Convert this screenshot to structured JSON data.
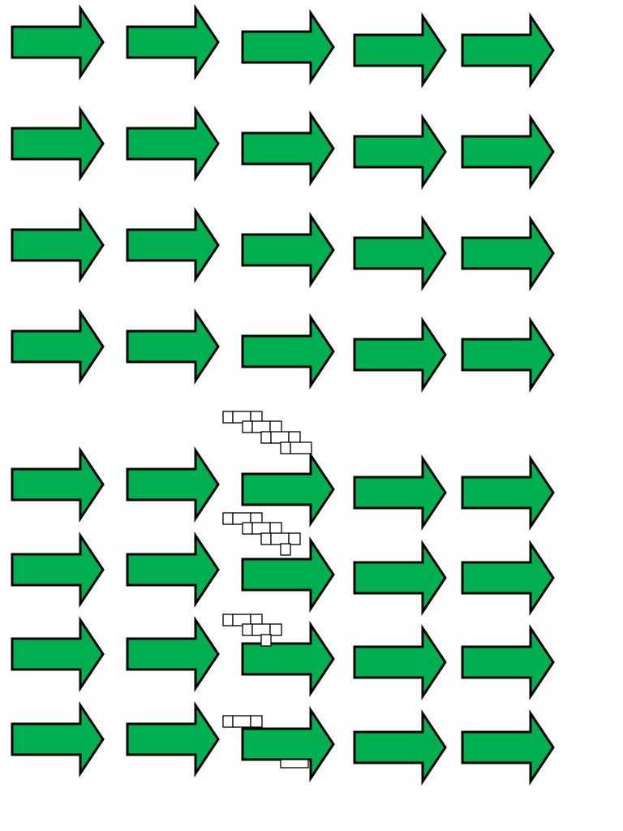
{
  "diagram": {
    "rows": 8,
    "columns": 5,
    "arrow_direction": "right",
    "colors": {
      "arrow_fill": "#00b050",
      "arrow_stroke": "#000000",
      "background": "#ffffff",
      "block_fill": "#ffffff"
    }
  }
}
